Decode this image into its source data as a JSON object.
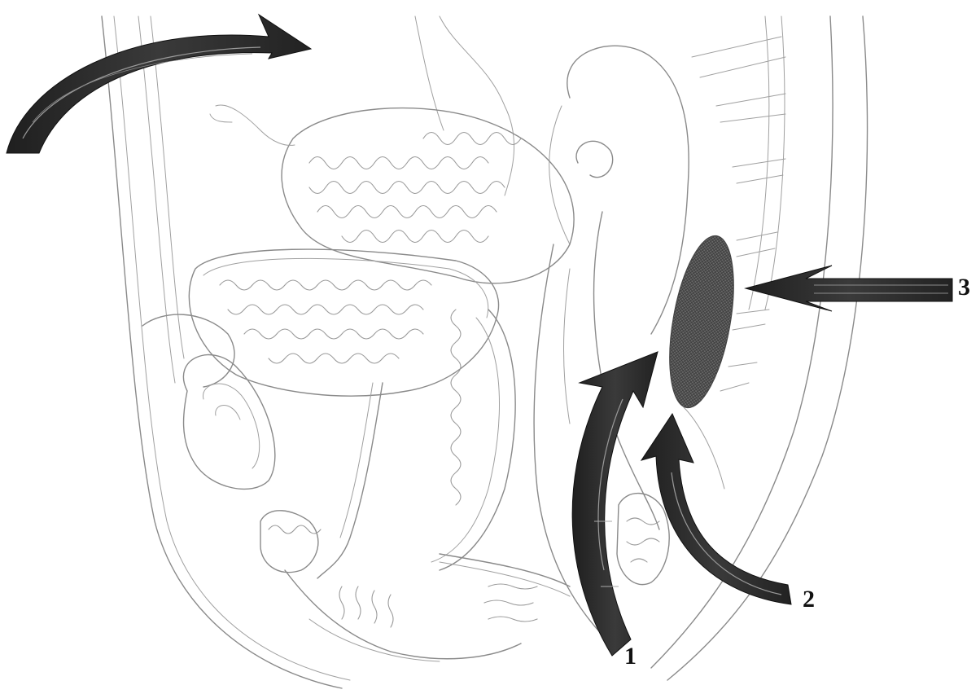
{
  "figure": {
    "labels": {
      "arrow_1": "1",
      "arrow_2": "2",
      "arrow_3": "3"
    }
  },
  "colors": {
    "arrow_dark": "#2b2b2b",
    "arrow_highlight": "#9a9a9a",
    "lesion_fill": "#555555",
    "line_art": "#8a8a8a",
    "background": "#ffffff"
  }
}
